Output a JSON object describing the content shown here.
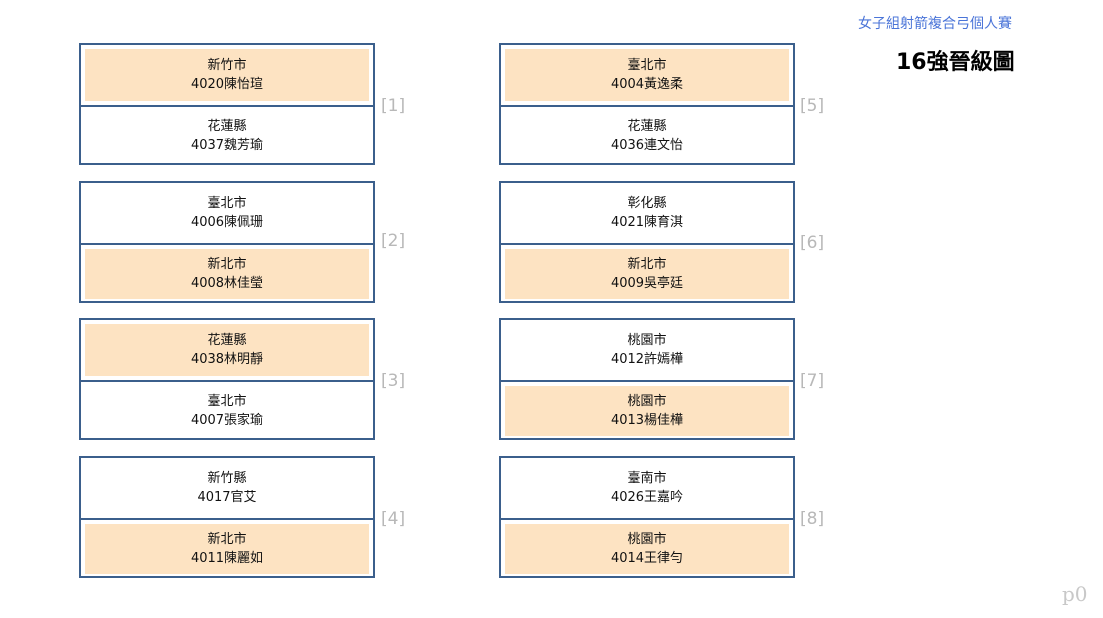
{
  "header": {
    "subtitle": "女子組射箭複合弓個人賽",
    "title": "16強晉級圖"
  },
  "matches": [
    {
      "label": "[1]",
      "top": {
        "county": "新竹市",
        "player": "4020陳怡瑄",
        "winner": true
      },
      "bottom": {
        "county": "花蓮縣",
        "player": "4037魏芳瑜",
        "winner": false
      }
    },
    {
      "label": "[2]",
      "top": {
        "county": "臺北市",
        "player": "4006陳佩珊",
        "winner": false
      },
      "bottom": {
        "county": "新北市",
        "player": "4008林佳瑩",
        "winner": true
      }
    },
    {
      "label": "[3]",
      "top": {
        "county": "花蓮縣",
        "player": "4038林明靜",
        "winner": true
      },
      "bottom": {
        "county": "臺北市",
        "player": "4007張家瑜",
        "winner": false
      }
    },
    {
      "label": "[4]",
      "top": {
        "county": "新竹縣",
        "player": "4017官艾",
        "winner": false
      },
      "bottom": {
        "county": "新北市",
        "player": "4011陳麗如",
        "winner": true
      }
    },
    {
      "label": "[5]",
      "top": {
        "county": "臺北市",
        "player": "4004黃逸柔",
        "winner": true
      },
      "bottom": {
        "county": "花蓮縣",
        "player": "4036連文怡",
        "winner": false
      }
    },
    {
      "label": "[6]",
      "top": {
        "county": "彰化縣",
        "player": "4021陳育淇",
        "winner": false
      },
      "bottom": {
        "county": "新北市",
        "player": "4009吳亭廷",
        "winner": true
      }
    },
    {
      "label": "[7]",
      "top": {
        "county": "桃園市",
        "player": "4012許嫣樺",
        "winner": false
      },
      "bottom": {
        "county": "桃園市",
        "player": "4013楊佳樺",
        "winner": true
      }
    },
    {
      "label": "[8]",
      "top": {
        "county": "臺南市",
        "player": "4026王嘉吟",
        "winner": false
      },
      "bottom": {
        "county": "桃園市",
        "player": "4014王律勻",
        "winner": true
      }
    }
  ],
  "page_tag": "p0"
}
